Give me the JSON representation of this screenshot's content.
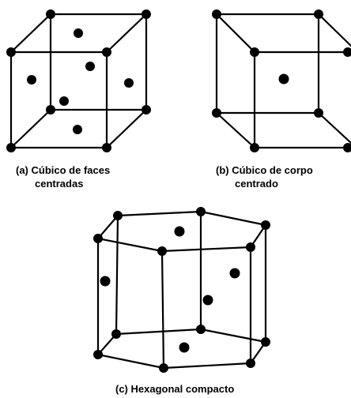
{
  "figure": {
    "panels": [
      {
        "id": "fcc",
        "caption_line1": "(a) Cúbico de faces",
        "caption_line2": "centradas"
      },
      {
        "id": "bcc",
        "caption_line1": "(b) Cúbico de corpo",
        "caption_line2": "centrado"
      },
      {
        "id": "hcp",
        "caption_line1": "(c) Hexagonal compacto",
        "caption_line2": ""
      }
    ]
  }
}
